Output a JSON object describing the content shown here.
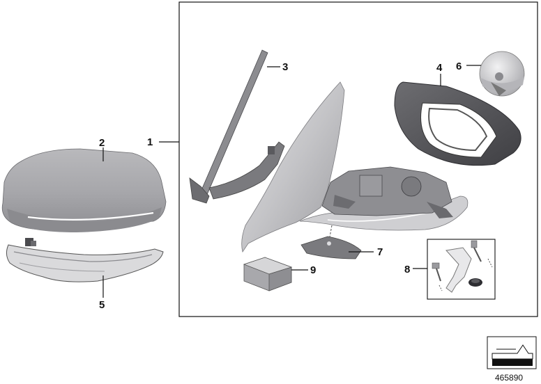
{
  "callouts": {
    "c1": "1",
    "c2": "2",
    "c3": "3",
    "c4": "4",
    "c5": "5",
    "c6": "6",
    "c7": "7",
    "c8": "8",
    "c9": "9"
  },
  "reference_number": "465890",
  "parts": [
    {
      "name": "mirror-assembly-icon"
    },
    {
      "name": "mirror-cap-icon"
    },
    {
      "name": "mirror-seal-strip-icon"
    },
    {
      "name": "mirror-glass-frame-icon"
    },
    {
      "name": "turn-signal-icon"
    },
    {
      "name": "mirror-motor-icon"
    },
    {
      "name": "gasket-icon"
    },
    {
      "name": "screw-set-icon"
    },
    {
      "name": "control-unit-icon"
    }
  ],
  "colors": {
    "part_fill": "#c8c8ca",
    "part_dark": "#5e5e62",
    "line": "#111111"
  }
}
